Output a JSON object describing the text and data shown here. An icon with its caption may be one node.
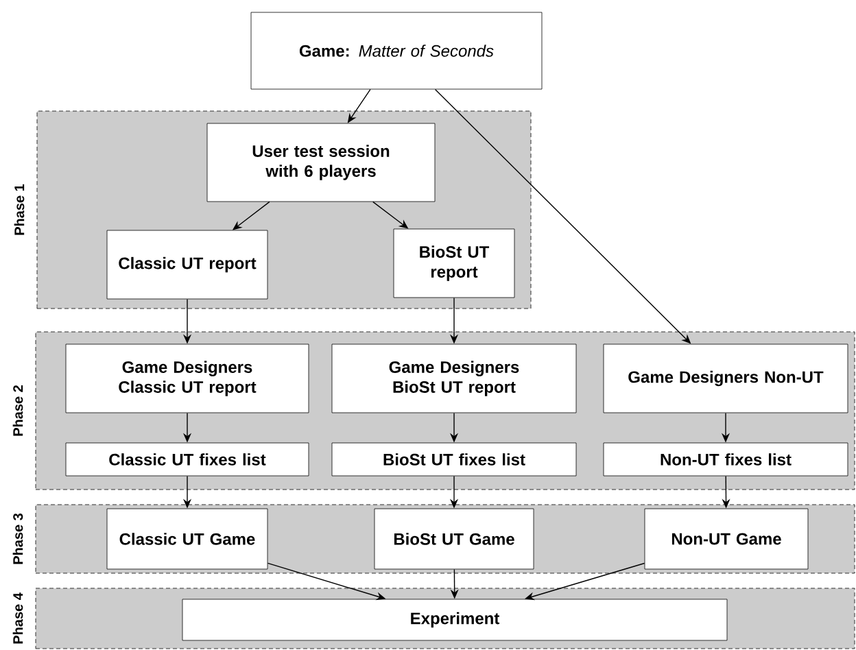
{
  "diagram": {
    "nodes": [
      {
        "text": [
          "**Game:** *Matter of Seconds*"
        ]
      },
      {
        "text": [
          "Phase 1"
        ]
      },
      {
        "text": [
          "User test session with 6 players"
        ],
        "in": 1
      },
      {
        "text": [
          "Classic UT report"
        ],
        "in": 1
      },
      {
        "text": [
          "BioSt UT report"
        ],
        "in": 1
      },
      {
        "text": [
          "Phase 2"
        ]
      },
      {
        "text": [
          "Game Designers Classic UT report"
        ],
        "in": 5
      },
      {
        "text": [
          "Game Designers BioSt UT report"
        ],
        "in": 5
      },
      {
        "text": [
          "Game Designers Non-UT"
        ],
        "in": 5
      },
      {
        "text": [
          "Classic UT fixes list"
        ],
        "in": 5
      },
      {
        "text": [
          "BioSt UT fixes list"
        ],
        "in": 5
      },
      {
        "text": [
          "Non-UT fixes list"
        ],
        "in": 5
      },
      {
        "text": [
          "Phase 3"
        ]
      },
      {
        "text": [
          "Classic UT Game"
        ],
        "in": 12
      },
      {
        "text": [
          "BioSt UT Game"
        ],
        "in": 12
      },
      {
        "text": [
          "Non-UT Game"
        ],
        "in": 12
      },
      {
        "text": [
          "Phase 4"
        ]
      },
      {
        "text": [
          "Experiment"
        ],
        "in": 16
      }
    ],
    "edges": [
      {
        "from": 0,
        "to": 2,
        "arrow": "to"
      },
      {
        "from": 0,
        "to": 8,
        "arrow": "to"
      },
      {
        "from": 2,
        "to": 3,
        "arrow": "to"
      },
      {
        "from": 2,
        "to": 4,
        "arrow": "to"
      },
      {
        "from": 3,
        "to": 6,
        "arrow": "to"
      },
      {
        "from": 4,
        "to": 7,
        "arrow": "to"
      },
      {
        "from": 8,
        "to": 11,
        "arrow": "to"
      },
      {
        "from": 6,
        "to": 9,
        "arrow": "to"
      },
      {
        "from": 7,
        "to": 10,
        "arrow": "to"
      },
      {
        "from": 9,
        "to": 13,
        "arrow": "to"
      },
      {
        "from": 10,
        "to": 14,
        "arrow": "to"
      },
      {
        "from": 11,
        "to": 15,
        "arrow": "to"
      },
      {
        "from": 13,
        "to": 17,
        "arrow": "to"
      },
      {
        "from": 14,
        "to": 17,
        "arrow": "to"
      },
      {
        "from": 15,
        "to": 17,
        "arrow": "to"
      }
    ]
  }
}
